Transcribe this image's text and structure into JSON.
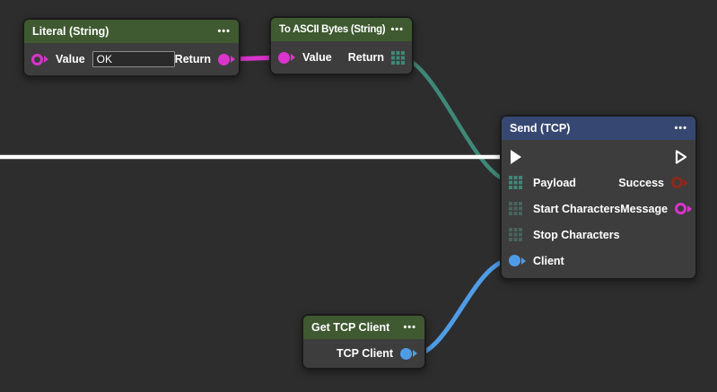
{
  "canvas": {
    "background": "#2d2d2d"
  },
  "colors": {
    "node_body": "#3d3d3d",
    "header_green": "#3f5930",
    "header_blue": "#364872",
    "string_port": "#d934cb",
    "byte_array_port_connected": "#3e8878",
    "byte_array_port_idle": "#46655d",
    "tcp_client_port": "#4f9ce6",
    "success_port": "#8c2a1c",
    "exec_port": "#ffffff"
  },
  "wires": [
    {
      "name": "string-wire",
      "color": "#d934cb",
      "from": "Literal (String) Return",
      "to": "To ASCII Bytes (String) Value"
    },
    {
      "name": "bytes-wire",
      "color": "#3e8878",
      "from": "To ASCII Bytes (String) Return",
      "to": "Send (TCP) Payload"
    },
    {
      "name": "client-wire",
      "color": "#4f9ce6",
      "from": "Get TCP Client TCP Client",
      "to": "Send (TCP) Client"
    },
    {
      "name": "exec-wire",
      "color": "#ffffff",
      "from": "offscreen left",
      "to": "Send (TCP) exec input"
    }
  ],
  "nodes": {
    "literal": {
      "title": "Literal (String)",
      "menu": "•••",
      "value_label": "Value",
      "value_input": "OK",
      "return_label": "Return"
    },
    "to_ascii": {
      "title": "To ASCII Bytes (String)",
      "menu": "•••",
      "value_label": "Value",
      "return_label": "Return"
    },
    "send_tcp": {
      "title": "Send (TCP)",
      "menu": "•••",
      "payload_label": "Payload",
      "success_label": "Success",
      "start_label": "Start Characters",
      "message_label": "Message",
      "stop_label": "Stop Characters",
      "client_label": "Client"
    },
    "get_client": {
      "title": "Get TCP Client",
      "menu": "•••",
      "output_label": "TCP Client"
    }
  }
}
